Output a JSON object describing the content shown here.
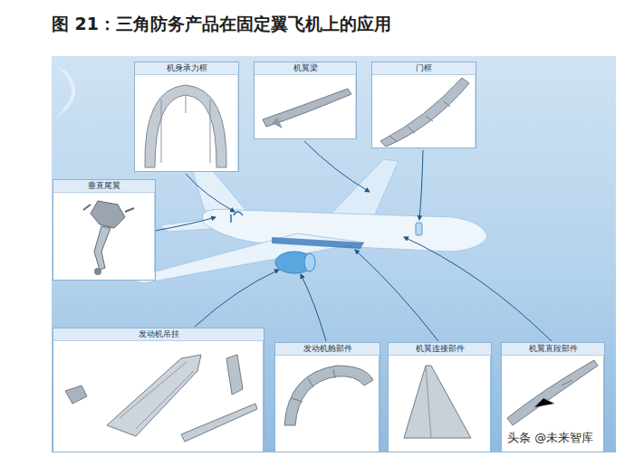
{
  "diagram": {
    "title": "图 21：三角防务产品在固定翼飞机上的应用",
    "nodes": [
      {
        "text": [
          "机身承力框"
        ]
      },
      {
        "text": [
          "机翼梁"
        ]
      },
      {
        "text": [
          "门框"
        ]
      },
      {
        "text": [
          "垂直尾翼"
        ]
      },
      {
        "text": [
          "发动机吊挂"
        ]
      },
      {
        "text": [
          "发动机舱部件"
        ]
      },
      {
        "text": [
          "机翼连接部件"
        ]
      },
      {
        "text": [
          "机翼直段部件"
        ]
      }
    ],
    "labels": [
      "头条 @未来智库"
    ]
  }
}
